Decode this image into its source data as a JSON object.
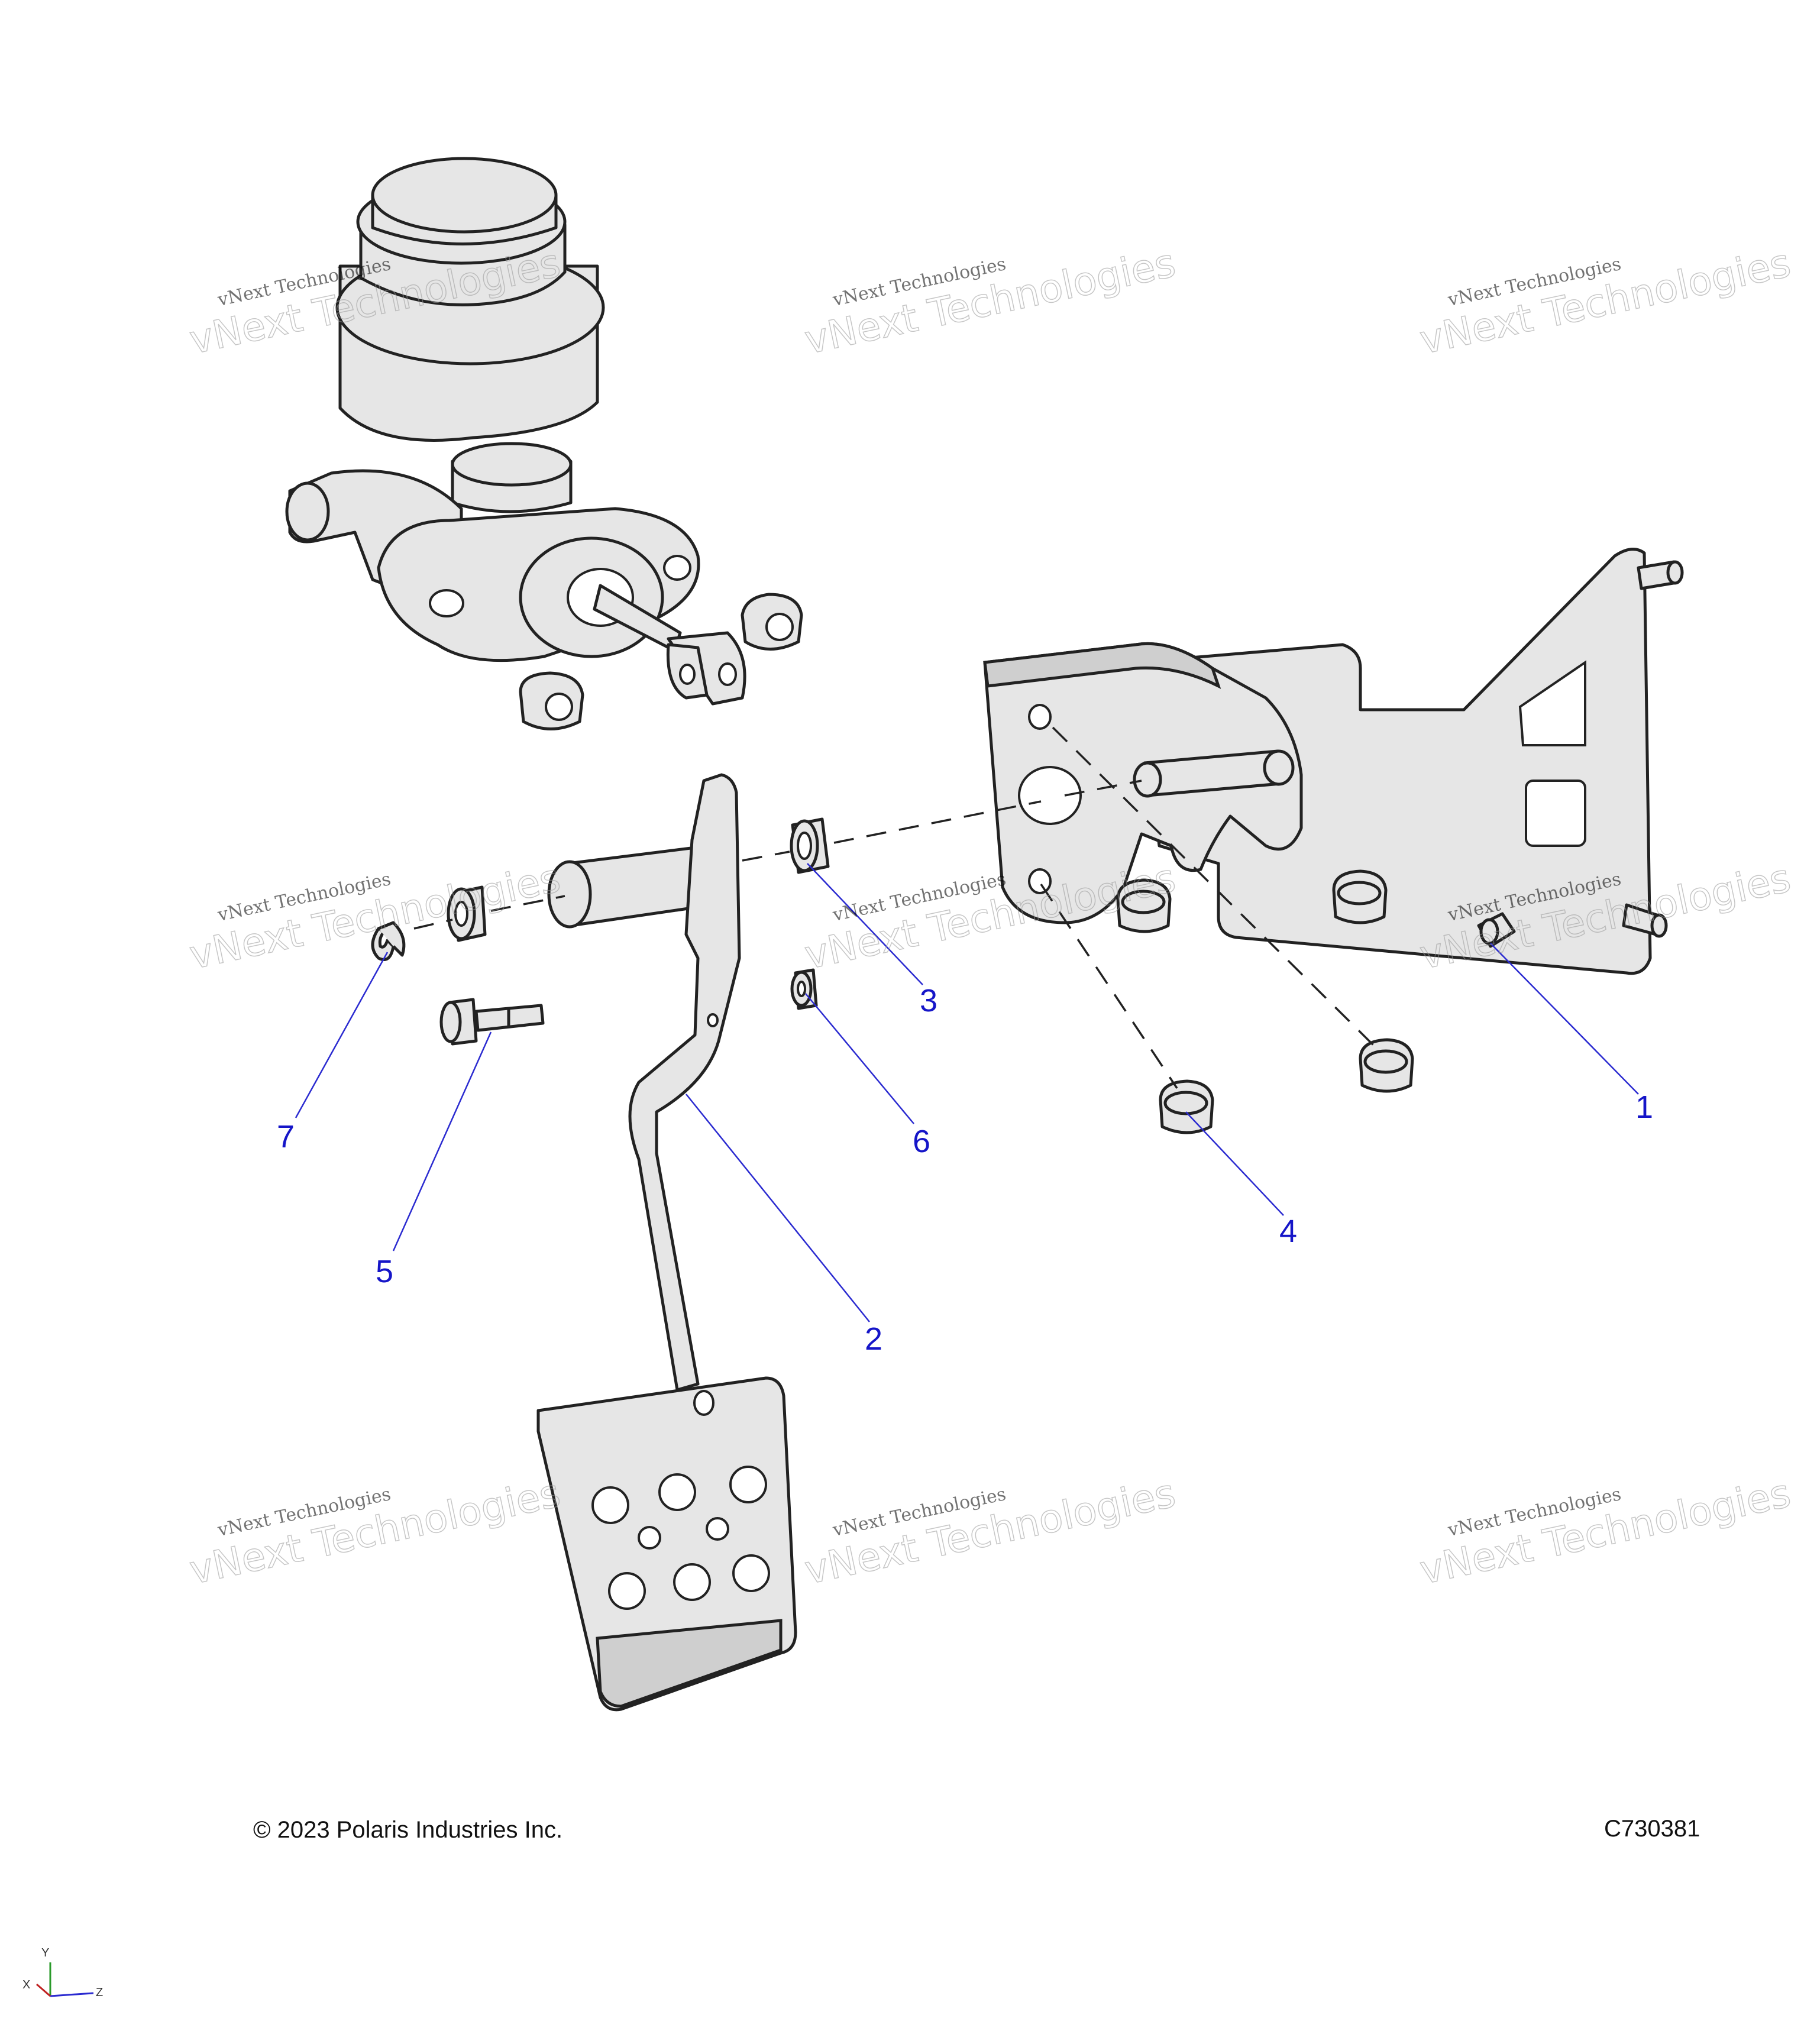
{
  "callouts": [
    {
      "id": "1",
      "label": "1"
    },
    {
      "id": "2",
      "label": "2"
    },
    {
      "id": "3",
      "label": "3"
    },
    {
      "id": "4",
      "label": "4"
    },
    {
      "id": "5",
      "label": "5"
    },
    {
      "id": "6",
      "label": "6"
    },
    {
      "id": "7",
      "label": "7"
    }
  ],
  "watermark": {
    "small": "vNext Technologies",
    "large": "vNext Technologies"
  },
  "footer": {
    "copyright": "© 2023 Polaris Industries Inc.",
    "drawing_id": "C730381"
  },
  "axes": {
    "x": "X",
    "y": "Y",
    "z": "Z"
  },
  "colors": {
    "callout": "#1515c8",
    "part_fill": "#e6e6e6",
    "outline": "#222222"
  }
}
